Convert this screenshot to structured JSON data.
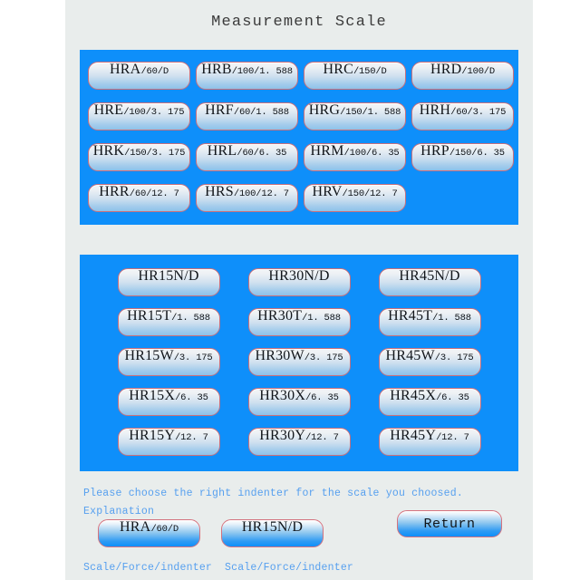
{
  "title": "Measurement Scale",
  "colors": {
    "panel_blue": "#0e8ffa",
    "page_background": "#e9edec",
    "hint_blue": "#57a0ef",
    "button_border": "#c9707c"
  },
  "main_panel": {
    "rows": [
      [
        {
          "main": "HRA",
          "sub": "/60/D"
        },
        {
          "main": "HRB",
          "sub": "/100/1. 588"
        },
        {
          "main": "HRC",
          "sub": "/150/D"
        },
        {
          "main": "HRD",
          "sub": "/100/D"
        }
      ],
      [
        {
          "main": "HRE",
          "sub": "/100/3. 175"
        },
        {
          "main": "HRF",
          "sub": "/60/1. 588"
        },
        {
          "main": "HRG",
          "sub": "/150/1. 588"
        },
        {
          "main": "HRH",
          "sub": "/60/3. 175"
        }
      ],
      [
        {
          "main": "HRK",
          "sub": "/150/3. 175"
        },
        {
          "main": "HRL",
          "sub": "/60/6. 35"
        },
        {
          "main": "HRM",
          "sub": "/100/6. 35"
        },
        {
          "main": "HRP",
          "sub": "/150/6. 35"
        }
      ],
      [
        {
          "main": "HRR",
          "sub": "/60/12. 7"
        },
        {
          "main": "HRS",
          "sub": "/100/12. 7"
        },
        {
          "main": "HRV",
          "sub": "/150/12. 7"
        }
      ]
    ]
  },
  "superficial_panel": {
    "rows": [
      [
        {
          "main": "HR15N/D",
          "sub": ""
        },
        {
          "main": "HR30N/D",
          "sub": ""
        },
        {
          "main": "HR45N/D",
          "sub": ""
        }
      ],
      [
        {
          "main": "HR15T",
          "sub": "/1. 588"
        },
        {
          "main": "HR30T",
          "sub": "/1. 588"
        },
        {
          "main": "HR45T",
          "sub": "/1. 588"
        }
      ],
      [
        {
          "main": "HR15W",
          "sub": "/3. 175"
        },
        {
          "main": "HR30W",
          "sub": "/3. 175"
        },
        {
          "main": "HR45W",
          "sub": "/3. 175"
        }
      ],
      [
        {
          "main": "HR15X",
          "sub": "/6. 35"
        },
        {
          "main": "HR30X",
          "sub": "/6. 35"
        },
        {
          "main": "HR45X",
          "sub": "/6. 35"
        }
      ],
      [
        {
          "main": "HR15Y",
          "sub": "/12. 7"
        },
        {
          "main": "HR30Y",
          "sub": "/12. 7"
        },
        {
          "main": "HR45Y",
          "sub": "/12. 7"
        }
      ]
    ]
  },
  "footer": {
    "hint": "Please choose the right indenter for the scale you choosed.",
    "explanation_label": "Explanation",
    "example_1": {
      "main": "HRA",
      "sub": "/60/D"
    },
    "example_2": {
      "main": "HR15N/D",
      "sub": ""
    },
    "return_label": "Return",
    "legend_1": "Scale/Force/indenter",
    "legend_2": "Scale/Force/indenter"
  }
}
